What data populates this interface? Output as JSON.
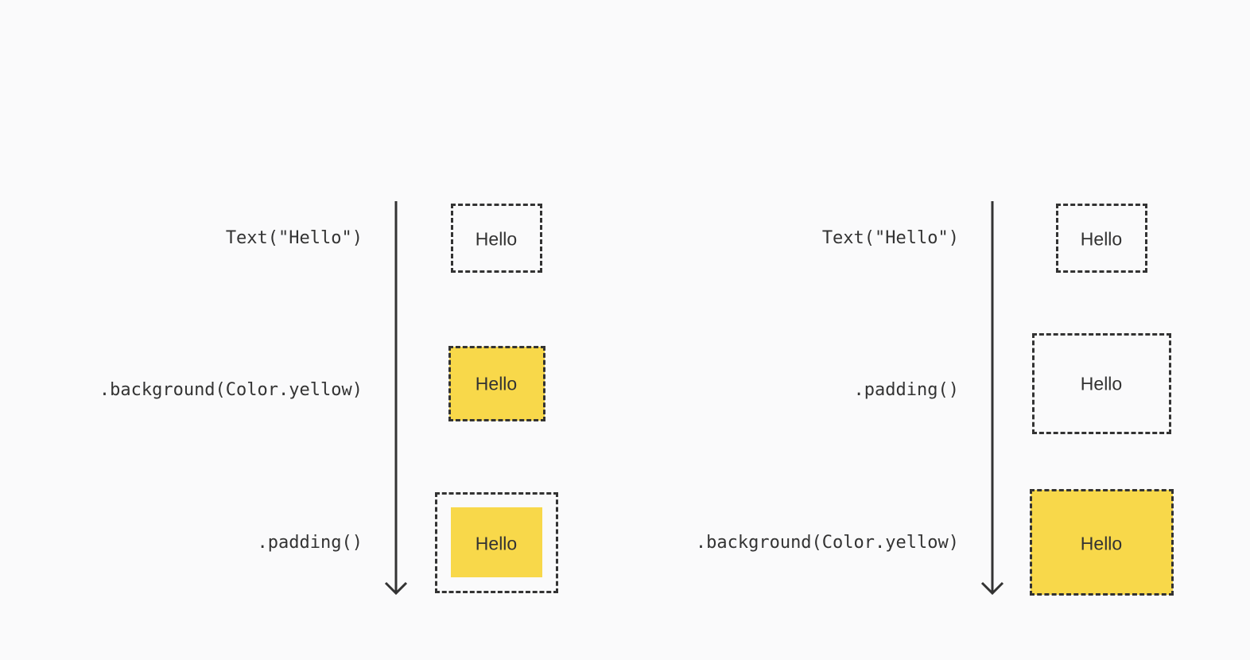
{
  "colors": {
    "background": "#fafafb",
    "ink": "#333333",
    "yellow": "#f8d84a"
  },
  "left": {
    "steps": [
      {
        "code": "Text(\"Hello\")",
        "label": "Hello"
      },
      {
        "code": ".background(Color.yellow)",
        "label": "Hello"
      },
      {
        "code": ".padding()",
        "label": "Hello"
      }
    ]
  },
  "right": {
    "steps": [
      {
        "code": "Text(\"Hello\")",
        "label": "Hello"
      },
      {
        "code": ".padding()",
        "label": "Hello"
      },
      {
        "code": ".background(Color.yellow)",
        "label": "Hello"
      }
    ]
  }
}
